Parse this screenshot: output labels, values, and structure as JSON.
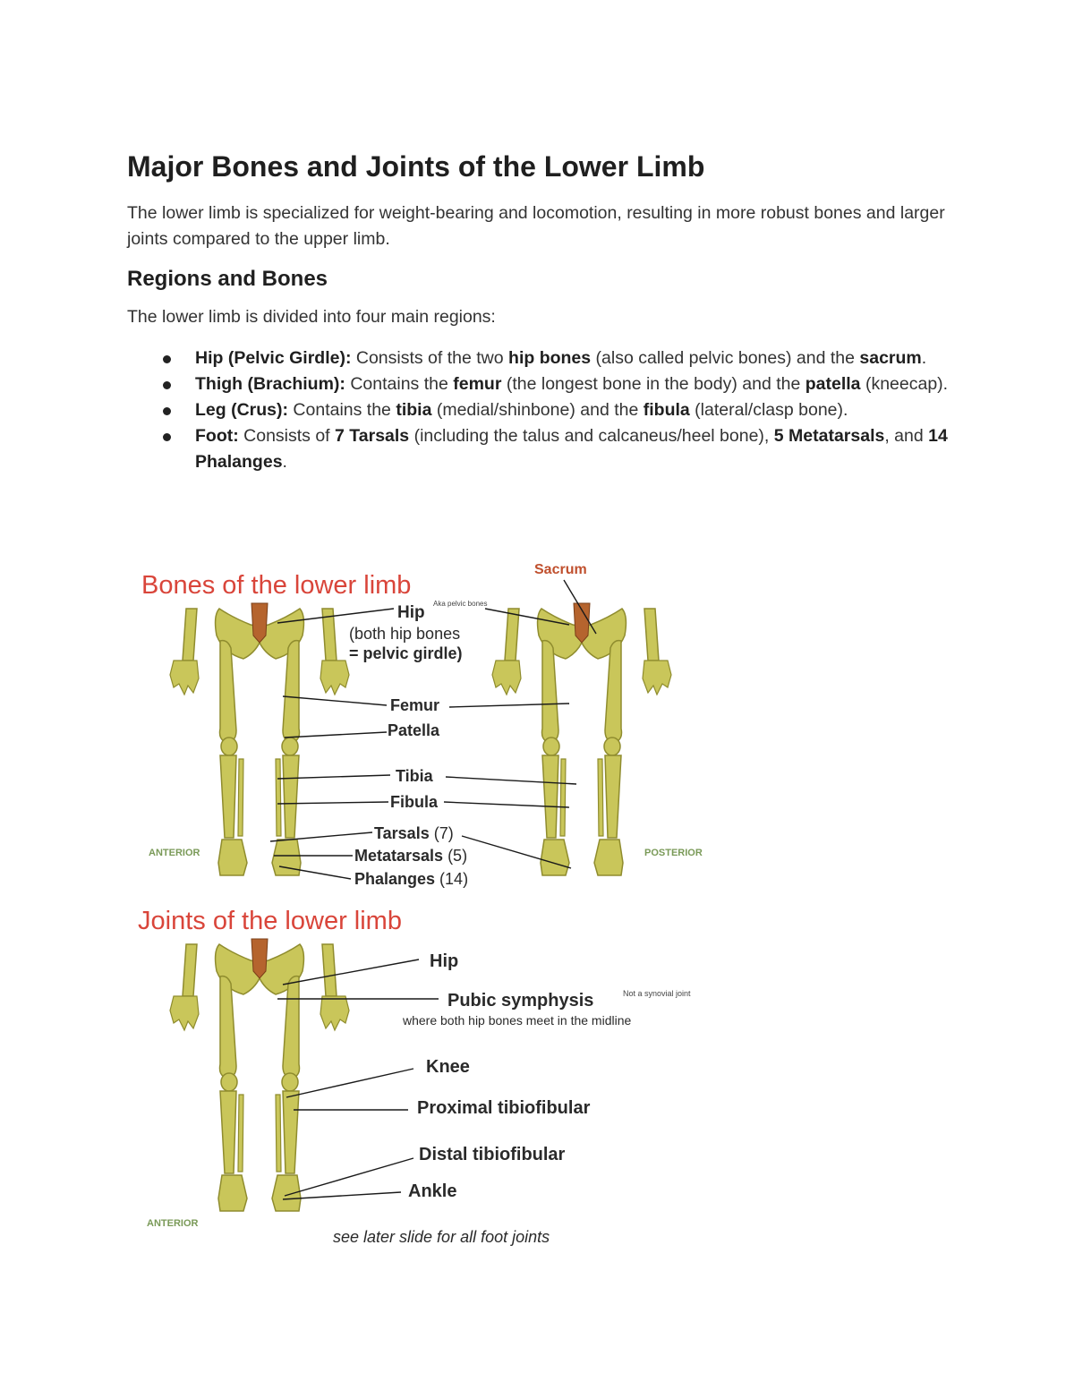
{
  "document": {
    "title": "Major Bones and Joints of the Lower Limb",
    "intro": "The lower limb is specialized for weight-bearing and locomotion, resulting in more robust bones and larger joints compared to the upper limb.",
    "section_heading": "Regions and Bones",
    "regions_intro": "The lower limb is divided into four main regions:",
    "regions": [
      {
        "label": "Hip (Pelvic Girdle):",
        "t1": " Consists of the two ",
        "b1": "hip bones",
        "t2": " (also called pelvic bones) and the ",
        "b2": "sacrum",
        "t3": "."
      },
      {
        "label": "Thigh (Brachium):",
        "t1": " Contains the ",
        "b1": "femur",
        "t2": " (the longest bone in the body) and the ",
        "b2": "patella",
        "t3": " (kneecap)."
      },
      {
        "label": "Leg (Crus):",
        "t1": " Contains the ",
        "b1": "tibia",
        "t2": " (medial/shinbone) and the ",
        "b2": "fibula",
        "t3": " (lateral/clasp bone)."
      },
      {
        "label": "Foot:",
        "t1": " Consists of ",
        "b1": "7 Tarsals",
        "t2": " (including the talus and calcaneus/heel bone), ",
        "b2": "5 Metatarsals",
        "t3": ", and ",
        "b3": "14 Phalanges",
        "t4": "."
      }
    ]
  },
  "figure": {
    "bones": {
      "title": "Bones of the lower limb",
      "sacrum": "Sacrum",
      "hip": "Hip",
      "hip_note": "Aka pelvic bones",
      "hip_sub1": "(both hip bones",
      "hip_sub2": "= pelvic girdle)",
      "femur": "Femur",
      "patella": "Patella",
      "tibia": "Tibia",
      "fibula": "Fibula",
      "tarsals": "Tarsals",
      "tarsals_count": "(7)",
      "metatarsals": "Metatarsals",
      "metatarsals_count": "(5)",
      "phalanges": "Phalanges",
      "phalanges_count": "(14)",
      "anterior": "ANTERIOR",
      "posterior": "POSTERIOR"
    },
    "joints": {
      "title": "Joints of the lower limb",
      "hip": "Hip",
      "pubic": "Pubic symphysis",
      "pubic_note": "Not a synovial joint",
      "pubic_sub": "where both hip bones meet in the midline",
      "knee": "Knee",
      "proximal": "Proximal tibiofibular",
      "distal": "Distal tibiofibular",
      "ankle": "Ankle",
      "anterior": "ANTERIOR",
      "footnote": "see later slide for all foot joints"
    },
    "colors": {
      "bone": "#c9c65a",
      "bone_dark": "#8f8c2e",
      "sacrum": "#b5642e",
      "title_red": "#d9453a",
      "sacrum_label": "#c0502e",
      "label": "#3a3a3a",
      "note_green": "#7a9a58"
    }
  }
}
